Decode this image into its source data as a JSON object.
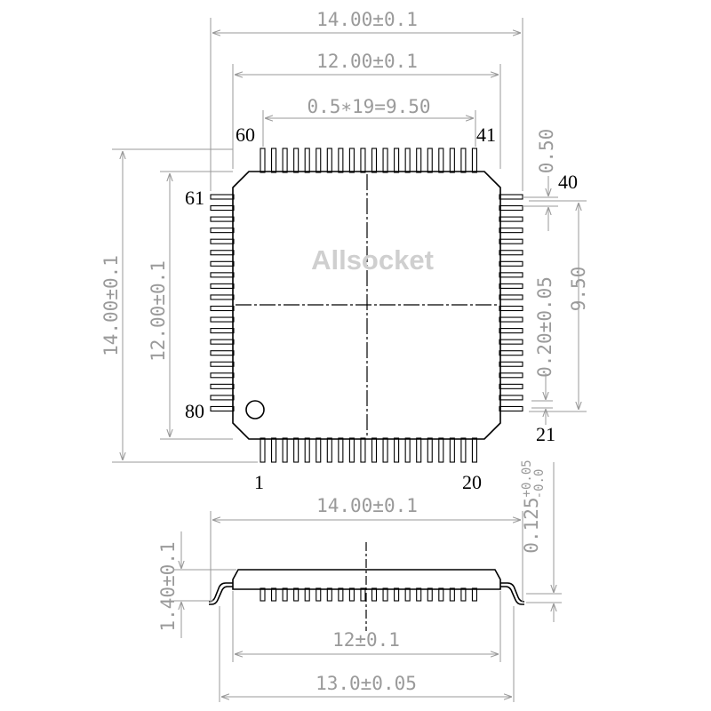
{
  "watermark": "Allsocket",
  "top_view": {
    "body_width": "14.00±0.1",
    "lead_span": "12.00±0.1",
    "pitch_total": "0.5∗19=9.50",
    "body_height": "14.00±0.1",
    "lead_span_vertical": "12.00±0.1",
    "pitch": "0.50",
    "side_span": "9.50",
    "lead_width": "0.20±0.05",
    "pin_labels": {
      "p1": "1",
      "p20": "20",
      "p21": "21",
      "p40": "40",
      "p41": "41",
      "p60": "60",
      "p61": "61",
      "p80": "80"
    }
  },
  "side_view": {
    "body_width": "14.00±0.1",
    "inner_width": "12±0.1",
    "overall_width": "13.0±0.05",
    "height": "1.40±0.1",
    "standoff": "0.125+0.05\n-0.0"
  }
}
